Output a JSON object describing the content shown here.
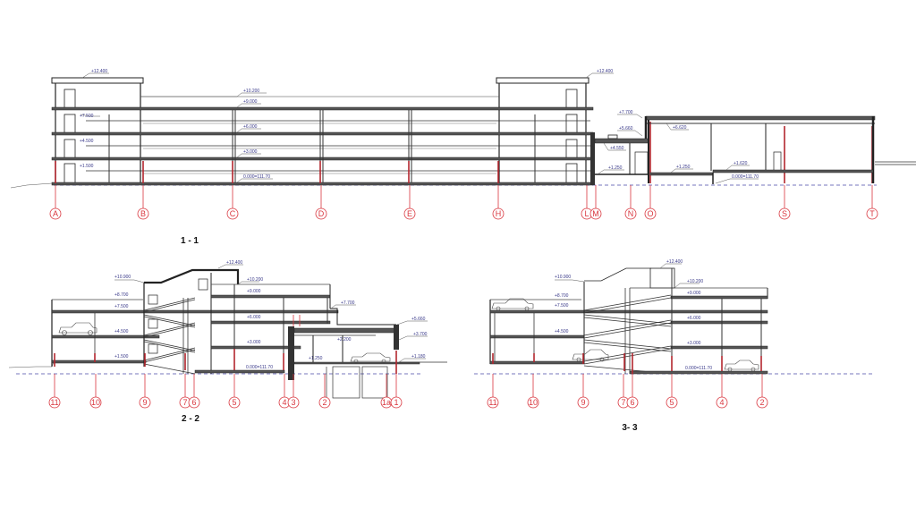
{
  "drawing": {
    "type": "architectural building sections",
    "sections": [
      {
        "id": "section-1-1",
        "title": "1 - 1",
        "axes": [
          "A",
          "B",
          "C",
          "D",
          "E",
          "H",
          "L",
          "M",
          "N",
          "O",
          "S",
          "T"
        ],
        "levels_main": [
          "+12.400",
          "+10.200",
          "+9.000",
          "+7.500",
          "+6.000",
          "+4.500",
          "+3.000",
          "+1.500",
          "0.000=111.70"
        ],
        "levels_annex": [
          "+12.400",
          "+7.700",
          "+6.620",
          "+5.660",
          "+4.550",
          "+1.250",
          "+1.250",
          "+1.620",
          "0.000=111.70"
        ]
      },
      {
        "id": "section-2-2",
        "title": "2 - 2",
        "axes": [
          "11",
          "10",
          "9",
          "7",
          "6",
          "5",
          "4",
          "3",
          "2",
          "1a",
          "1"
        ],
        "levels": [
          "+10.900",
          "+12.400",
          "+8.700",
          "+7.500",
          "+10.200",
          "+9.000",
          "+4.500",
          "+6.000",
          "+1.500",
          "+3.000",
          "0.000=111.70",
          "+7.700",
          "+5.660",
          "+3.700",
          "+1.180",
          "+1.250",
          "+2.200"
        ]
      },
      {
        "id": "section-3-3",
        "title": "3- 3",
        "axes": [
          "11",
          "10",
          "9",
          "7",
          "6",
          "5",
          "4",
          "2"
        ],
        "levels": [
          "+10.900",
          "+12.400",
          "+8.700",
          "+7.500",
          "+10.200",
          "+9.000",
          "+4.500",
          "+6.000",
          "+3.000",
          "0.000=111.70"
        ]
      }
    ],
    "labels": {
      "s1": {
        "l12400a": "+12.400",
        "l10200": "+10.200",
        "l9000": "+9.000",
        "l7500": "+7.500",
        "l6000": "+6.000",
        "l4500": "+4.500",
        "l3000": "+3.000",
        "l1500": "+1.500",
        "l0": "0.000=111.70",
        "l12400b": "+12.400",
        "l7700": "+7.700",
        "l6620": "+6.620",
        "l5660": "+5.660",
        "l4550": "+4.550",
        "l1250a": "+1.250",
        "l1250b": "+1.250",
        "l1620": "+1.620",
        "l0b": "0.000=111.70"
      },
      "s2": {
        "l10900": "+10.900",
        "l12400": "+12.400",
        "l8700": "+8.700",
        "l7500": "+7.500",
        "l10200": "+10.200",
        "l9000": "+9.000",
        "l4500": "+4.500",
        "l6000": "+6.000",
        "l1500": "+1.500",
        "l3000": "+3.000",
        "l0": "0.000=111.70",
        "l7700": "+7.700",
        "l5660": "+5.660",
        "l3700": "+3.700",
        "l1180": "+1.180",
        "l1250": "+1.250",
        "l2200": "+2.200"
      },
      "s3": {
        "l10900": "+10.900",
        "l12400": "+12.400",
        "l8700": "+8.700",
        "l7500": "+7.500",
        "l10200": "+10.200",
        "l9000": "+9.000",
        "l4500": "+4.500",
        "l6000": "+6.000",
        "l3000": "+3.000",
        "l0": "0.000=111.70"
      }
    },
    "titles": {
      "s1": "1 - 1",
      "s2": "2 - 2",
      "s3": "3- 3"
    },
    "axis_labels": {
      "s1": {
        "A": "A",
        "B": "B",
        "C": "C",
        "D": "D",
        "E": "E",
        "H": "H",
        "L": "L",
        "M": "M",
        "N": "N",
        "O": "O",
        "S": "S",
        "T": "T"
      },
      "s2": {
        "a11": "11",
        "a10": "10",
        "a9": "9",
        "a7": "7",
        "a6": "6",
        "a5": "5",
        "a4": "4",
        "a3": "3",
        "a2": "2",
        "a1a": "1a",
        "a1": "1"
      },
      "s3": {
        "a11": "11",
        "a10": "10",
        "a9": "9",
        "a7": "7",
        "a6": "6",
        "a5": "5",
        "a4": "4",
        "a2": "2"
      }
    },
    "colors": {
      "grid_axis": "#d9363e",
      "ground_line": "#4a4aa8",
      "structure": "#222222",
      "level_text": "#3a3a8a"
    }
  }
}
